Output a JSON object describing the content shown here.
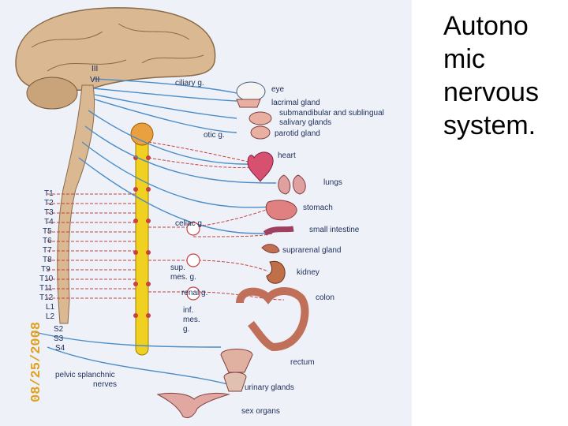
{
  "slide": {
    "title": "Autono\nmic\nnervous\nsystem."
  },
  "figure": {
    "photo_date": "08/25/2008",
    "cranial_nerves": [
      "III",
      "VII"
    ],
    "spinal_segments": [
      "T1",
      "T2",
      "T3",
      "T4",
      "T5",
      "T6",
      "T7",
      "T8",
      "T9",
      "T10",
      "T11",
      "T12",
      "L1",
      "L2",
      "S2",
      "S3",
      "S4"
    ],
    "ganglia": {
      "ciliary": "ciliary g.",
      "otic": "otic g.",
      "celiac": "celiac g.",
      "sup_mes_1": "sup.",
      "sup_mes_2": "mes. g.",
      "renal": "renal g.",
      "inf_mes_1": "inf.",
      "inf_mes_2": "mes.",
      "inf_mes_3": "g."
    },
    "organs": {
      "eye": "eye",
      "lacrimal": "lacrimal gland",
      "submandibular_1": "submandibular and sublingual",
      "submandibular_2": "salivary glands",
      "parotid": "parotid gland",
      "heart": "heart",
      "lungs": "lungs",
      "stomach": "stomach",
      "small_intestine": "small intestine",
      "suprarenal": "suprarenal gland",
      "kidney": "kidney",
      "colon": "colon",
      "rectum": "rectum",
      "urinary": "urinary glands",
      "sex": "sex organs"
    },
    "pelvic_nerves_1": "pelvic splanchnic",
    "pelvic_nerves_2": "nerves",
    "colors": {
      "parasympathetic": "#4a8cc8",
      "sympathetic": "#c84040",
      "spinal_cord": "#f0d020",
      "brain": "#d9b892"
    }
  }
}
